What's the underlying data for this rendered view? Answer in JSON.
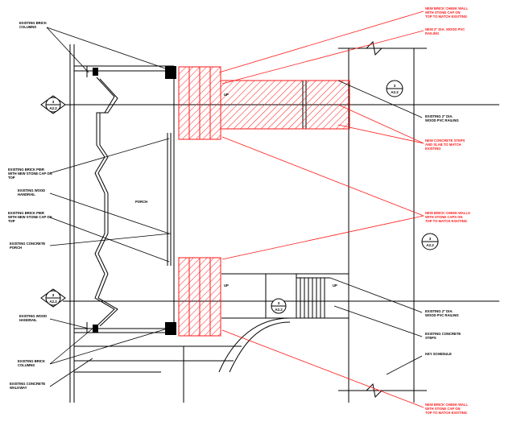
{
  "colors": {
    "line": "#000000",
    "redline": "#ff1a1a",
    "hatch": "#ff1a1a",
    "paper": "#ffffff"
  },
  "left_notes": {
    "existing_brick_columns_top": [
      "EXISTING BRICK",
      "COLUMNS"
    ],
    "existing_brick_pier_new_stone_cap": [
      "EXISTING BRICK PIER",
      "WITH NEW STONE CAP ON",
      "TOP"
    ],
    "existing_wood_handrail_top": [
      "EXISTING WOOD",
      "HANDRAIL"
    ],
    "existing_brick_pier_new_cap": [
      "EXISTING BRICK PIER",
      "WITH NEW STONE CAP ON",
      "TOP"
    ],
    "existing_concrete_porch": [
      "EXISTING CONCRETE",
      "PORCH"
    ],
    "existing_wood_handrail_bottom": [
      "EXISTING WOOD",
      "HANDRAIL"
    ],
    "existing_brick_columns_bottom": [
      "EXISTING BRICK",
      "COLUMNS"
    ],
    "existing_concrete_walkway": [
      "EXISTING CONCRETE",
      "WALKWAY"
    ]
  },
  "right_notes": {
    "new_brick_cheek_wall_top": [
      "NEW BRICK CHEEK WALL",
      "WITH STONE CAP ON",
      "TOP TO MATCH EXISTING"
    ],
    "new_pvc_railing": [
      "NEW 2\" DIA. WOOD PVC",
      "RAILING"
    ],
    "existing_pvc_railing_top": [
      "EXISTING 2\" DIA.",
      "WOOD PVC RAILING"
    ],
    "new_concrete_steps": [
      "NEW CONCRETE STEPS",
      "AND SLAB TO MATCH",
      "EXISTING"
    ],
    "new_brick_cheek_walls_mid": [
      "NEW BRICK CHEEK WALLS",
      "WITH STONE CAPS ON",
      "TOP TO MATCH EXISTING"
    ],
    "existing_pvc_railing_bottom": [
      "EXISTING 2\" DIA.",
      "WOOD PVC RAILING"
    ],
    "existing_concrete_steps": [
      "EXISTING CONCRETE",
      "STEPS"
    ],
    "key_schedule": [
      "KEY SCHEDULE"
    ],
    "new_brick_cheek_wall_bottom": [
      "NEW BRICK CHEEK WALL",
      "WITH STONE CAP ON",
      "TOP TO MATCH EXISTING"
    ]
  },
  "plan_labels": {
    "porch": "PORCH",
    "up_top_left": "UP",
    "up_bottom": "UP",
    "up_right": "UP"
  },
  "section_tags": {
    "left_top": {
      "num": "3",
      "sheet": "A2.2"
    },
    "left_bottom": {
      "num": "3",
      "sheet": "A2.2"
    },
    "right_top": {
      "num": "3",
      "sheet": "A2.2"
    },
    "right_mid": {
      "num": "3",
      "sheet": "A2.2"
    },
    "bottom_center": {
      "num": "3",
      "sheet": "A2.2"
    }
  }
}
